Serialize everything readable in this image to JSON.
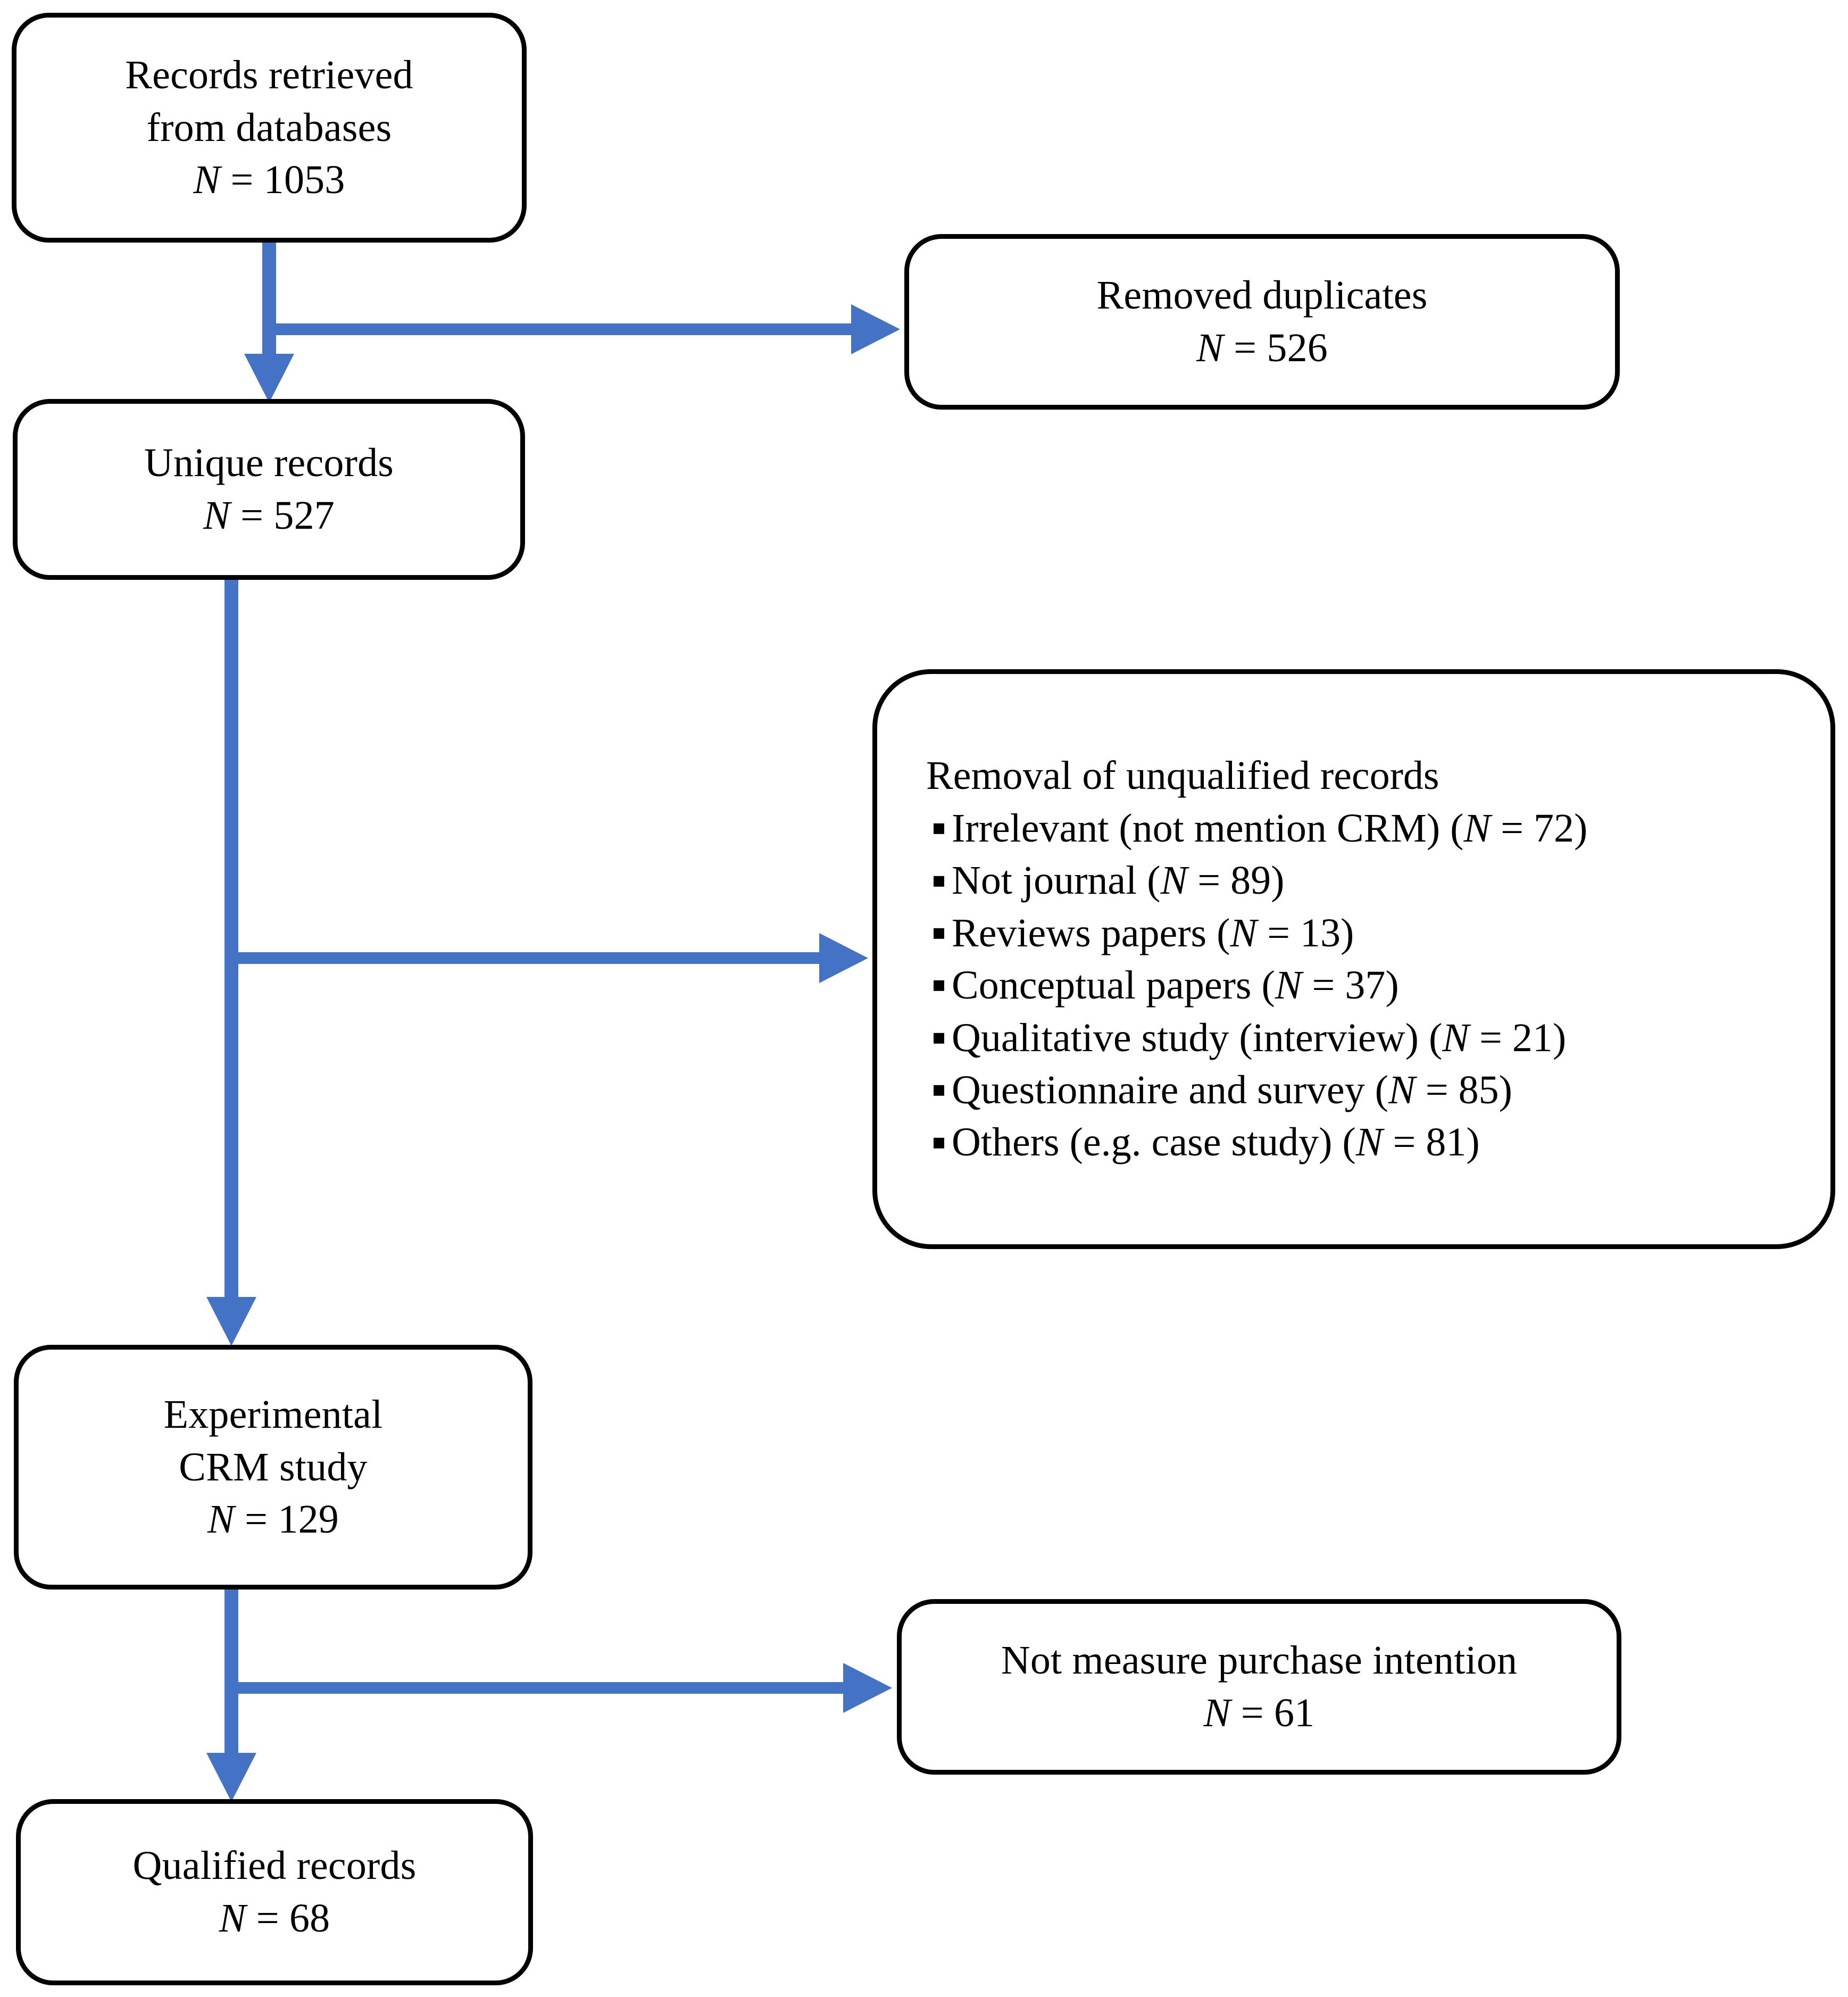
{
  "diagram": {
    "title": "PRISMA study selection flow diagram",
    "accent_color": "#4472C4",
    "box_border_color": "#000000",
    "background_color": "#FFFFFF"
  },
  "boxes": {
    "records_retrieved": {
      "line1": "Records retrieved",
      "line2": "from databases",
      "n_label": "N",
      "n_eq": " = ",
      "n_value": "1053"
    },
    "removed_duplicates": {
      "line1": "Removed duplicates",
      "n_label": "N",
      "n_eq": " = ",
      "n_value": "526"
    },
    "unique_records": {
      "line1": "Unique records",
      "n_label": "N",
      "n_eq": " = ",
      "n_value": "527"
    },
    "removal_unqualified": {
      "heading": "Removal of unqualified records",
      "items": [
        {
          "text": "Irrelevant (not mention CRM) (",
          "n_label": "N",
          "n_eq": " = ",
          "n_value": "72",
          "close": ")"
        },
        {
          "text": "Not journal (",
          "n_label": "N",
          "n_eq": " = ",
          "n_value": "89",
          "close": ")"
        },
        {
          "text": "Reviews papers (",
          "n_label": "N",
          "n_eq": " = ",
          "n_value": "13",
          "close": ")"
        },
        {
          "text": "Conceptual papers (",
          "n_label": "N",
          "n_eq": " = ",
          "n_value": "37",
          "close": ")"
        },
        {
          "text": "Qualitative study (interview) (",
          "n_label": "N",
          "n_eq": " = ",
          "n_value": "21",
          "close": ")"
        },
        {
          "text": "Questionnaire and survey (",
          "n_label": "N",
          "n_eq": " = ",
          "n_value": "85",
          "close": ")"
        },
        {
          "text": "Others (e.g. case study) (",
          "n_label": "N",
          "n_eq": " = ",
          "n_value": "81",
          "close": ")"
        }
      ]
    },
    "experimental_crm": {
      "line1": "Experimental",
      "line2": "CRM study",
      "n_label": "N",
      "n_eq": " = ",
      "n_value": "129"
    },
    "not_measure_intention": {
      "line1": "Not measure purchase intention",
      "n_label": "N",
      "n_eq": " = ",
      "n_value": "61"
    },
    "qualified_records": {
      "line1": "Qualified records",
      "n_label": "N",
      "n_eq": " = ",
      "n_value": "68"
    }
  },
  "connectors": [
    {
      "name": "retrieved-to-unique",
      "kind": "arrow-down"
    },
    {
      "name": "retrieved-to-duplicates",
      "kind": "arrow-right"
    },
    {
      "name": "unique-to-experimental",
      "kind": "arrow-down"
    },
    {
      "name": "unique-to-removal",
      "kind": "arrow-right"
    },
    {
      "name": "experimental-to-qualified",
      "kind": "arrow-down"
    },
    {
      "name": "experimental-to-not-measure",
      "kind": "arrow-right"
    }
  ]
}
